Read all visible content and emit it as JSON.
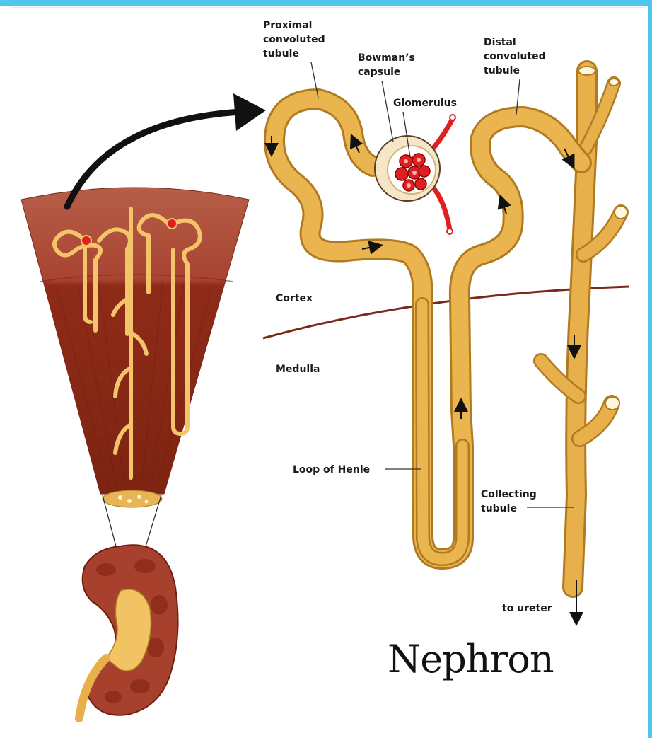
{
  "title": "Nephron",
  "labels": {
    "pct": [
      "Proximal",
      "convoluted",
      "tubule"
    ],
    "bowman": [
      "Bowman’s",
      "capsule"
    ],
    "glomerulus": "Glomerulus",
    "dct": [
      "Distal",
      "convoluted",
      "tubule"
    ],
    "cortex": "Cortex",
    "medulla": "Medulla",
    "loop": "Loop of Henle",
    "collecting": [
      "Collecting",
      "tubule"
    ],
    "ureter": "to ureter"
  },
  "colors": {
    "accent_border": "#4fc7ec",
    "tubule": "#e8b04a",
    "tubule_dark": "#b07a22",
    "blood": "#e02020",
    "cortex_region": "#b35a46",
    "medulla_region": "#8f2b18",
    "boundary_line": "#7a2a1a"
  }
}
